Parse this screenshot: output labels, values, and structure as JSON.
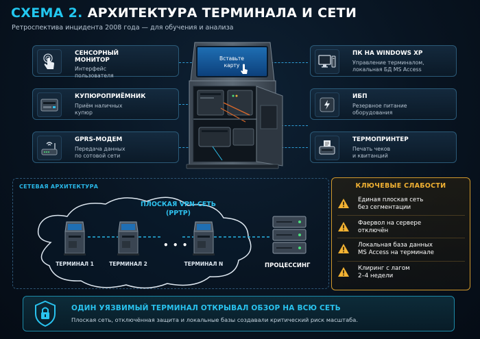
{
  "header": {
    "title_num": "СХЕМА 2.",
    "title_rest": "АРХИТЕКТУРА ТЕРМИНАЛА И СЕТИ",
    "subtitle": "Ретроспектива инцидента 2008 года — для обучения и анализа"
  },
  "kiosk": {
    "screen_line1": "Вставьте",
    "screen_line2": "карту"
  },
  "components_left": [
    {
      "icon": "touch-hand-icon",
      "name1": "СЕНСОРНЫЙ",
      "name2": "МОНИТОР",
      "desc1": "Интерфейс",
      "desc2": "пользователя"
    },
    {
      "icon": "bill-acceptor-icon",
      "name1": "КУПЮРОПРИЁМНИК",
      "name2": "",
      "desc1": "Приём наличных",
      "desc2": "купюр"
    },
    {
      "icon": "wifi-modem-icon",
      "name1": "GPRS-МОДЕМ",
      "name2": "",
      "desc1": "Передача данных",
      "desc2": "по сотовой сети"
    }
  ],
  "components_right": [
    {
      "icon": "desktop-pc-icon",
      "name1": "ПК НА WINDOWS XP",
      "name2": "",
      "desc1": "Управление терминалом,",
      "desc2": "локальная БД MS Access"
    },
    {
      "icon": "battery-ups-icon",
      "name1": "ИБП",
      "name2": "",
      "desc1": "Резервное питание",
      "desc2": "оборудования"
    },
    {
      "icon": "printer-icon",
      "name1": "ТЕРМОПРИНТЕР",
      "name2": "",
      "desc1": "Печать чеков",
      "desc2": "и квитанций"
    }
  ],
  "network": {
    "label": "СЕТЕВАЯ АРХИТЕКТУРА",
    "vpn_line1": "ПЛОСКАЯ VPN-СЕТЬ",
    "vpn_line2": "(PPTP)",
    "terminals": [
      "ТЕРМИНАЛ 1",
      "ТЕРМИНАЛ 2",
      "ТЕРМИНАЛ N"
    ],
    "ellipsis": "• • •",
    "processing": "ПРОЦЕССИНГ"
  },
  "weaknesses": {
    "title": "КЛЮЧЕВЫЕ СЛАБОСТИ",
    "items": [
      {
        "line1": "Единая плоская сеть",
        "line2": "без сегментации"
      },
      {
        "line1": "Фаервол на сервере",
        "line2": "отключён"
      },
      {
        "line1": "Локальная база данных",
        "line2": "MS Access на терминале"
      },
      {
        "line1": "Клиринг с лагом",
        "line2": "2–4 недели"
      }
    ]
  },
  "footer": {
    "title": "ОДИН УЯЗВИМЫЙ ТЕРМИНАЛ ОТКРЫВАЛ ОБЗОР НА ВСЮ СЕТЬ",
    "text": "Плоская сеть, отключённая защита и локальные базы создавали критический риск масштаба."
  },
  "colors": {
    "accent": "#22c7ef",
    "warning": "#f2b233",
    "background": "#081421"
  }
}
